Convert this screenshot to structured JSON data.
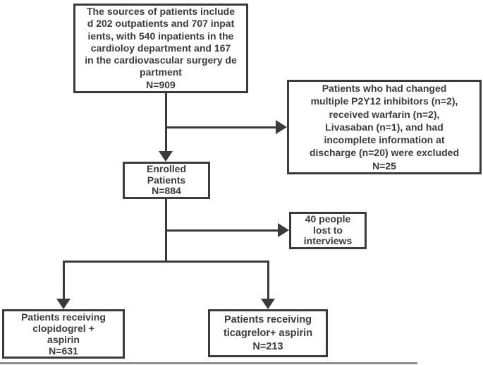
{
  "colors": {
    "ink": "#3b3b3b",
    "background": "#ffffff",
    "bottom_rule": "#8d8d8d"
  },
  "boxes": {
    "source": {
      "text": "The sources of patients include\nd 202 outpatients and 707 inpat\nients, with 540 inpatients in the\ncardioloy department and 167\nin the cardiovascular surgery de\npartment\nN=909",
      "n": "909"
    },
    "excluded": {
      "text": "Patients who had changed\nmultiple P2Y12 inhibitors (n=2),\nreceived warfarin (n=2),\nLivasaban (n=1), and had\nincomplete information at\ndischarge (n=20) were excluded\nN=25",
      "n": "25"
    },
    "enrolled": {
      "text": "Enrolled\nPatients\nN=884",
      "n": "884"
    },
    "lost_to_interviews": {
      "text": "40 people\nlost to\ninterviews",
      "n": "40"
    },
    "clopidogrel_group": {
      "text": "Patients receiving\nclopidogrel +\naspirin\nN=631",
      "n": "631"
    },
    "ticagrelor_group": {
      "text": "Patients receiving\nticagrelor+ aspirin\nN=213",
      "n": "213"
    }
  }
}
